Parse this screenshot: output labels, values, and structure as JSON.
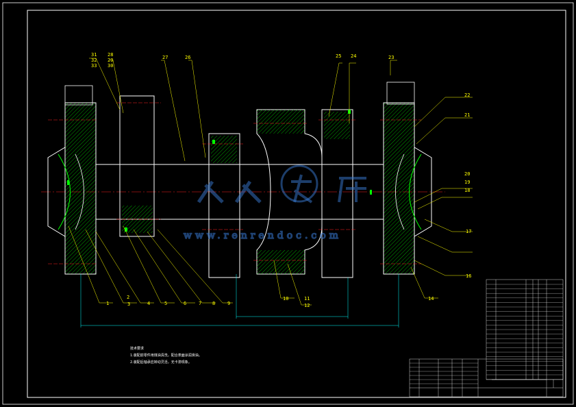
{
  "drawing": {
    "part_labels": [
      "1",
      "2",
      "3",
      "4",
      "5",
      "6",
      "7",
      "8",
      "9",
      "10",
      "11",
      "12",
      "14",
      "16",
      "17",
      "18",
      "19",
      "20",
      "21",
      "22",
      "23",
      "24",
      "25",
      "26",
      "27",
      "28",
      "29",
      "30",
      "31",
      "32",
      "33"
    ],
    "notes_title": "技术要求",
    "notes": [
      "1.装配前零件用煤油清洗，配合表面涂润滑油。",
      "2.装配后轴承应转动灵活，无卡滞现象。"
    ],
    "watermark_cn": "人人文库",
    "watermark_url": "www.renrendoc.com",
    "colors": {
      "outline": "#ffffff",
      "hatch": "#00cc00",
      "center_line": "#ff2020",
      "leader": "#ffff00",
      "dimension": "#00ffff",
      "highlight": "#00ff00"
    }
  }
}
